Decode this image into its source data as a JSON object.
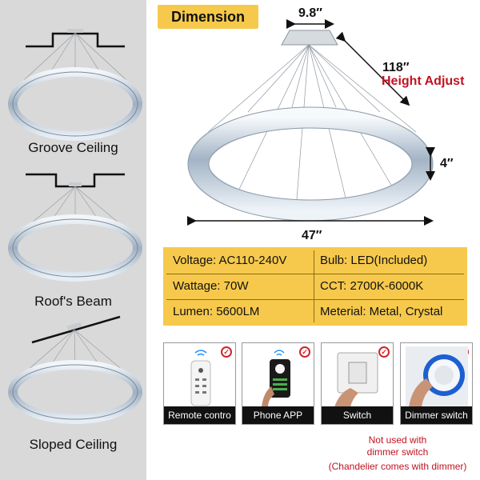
{
  "mount_types": [
    {
      "label": "Groove Ceiling"
    },
    {
      "label": "Roof's Beam"
    },
    {
      "label": "Sloped Ceiling"
    }
  ],
  "dimension": {
    "badge": "Dimension",
    "canopy_width": "9.8″",
    "height_length": "118″",
    "height_adjust": "Height Adjust",
    "ring_thickness": "4″",
    "ring_diameter": "47″"
  },
  "specs": {
    "voltage": "Voltage: AC110-240V",
    "wattage": "Wattage: 70W",
    "lumen": "Lumen: 5600LM",
    "bulb": "Bulb: LED(Included)",
    "cct": "CCT: 2700K-6000K",
    "material": "Meterial: Metal, Crystal"
  },
  "controls": [
    {
      "label": "Remote contro",
      "status": "supported"
    },
    {
      "label": "Phone APP",
      "status": "supported"
    },
    {
      "label": "Switch",
      "status": "supported"
    },
    {
      "label": "Dimmer switch",
      "status": "not-supported"
    }
  ],
  "notes": {
    "dimmer_line1": "Not used with",
    "dimmer_line2": "dimmer switch",
    "dimmer_line3": "(Chandelier comes with dimmer)"
  },
  "colors": {
    "accent_yellow": "#f6c94c",
    "warning_red": "#c1121f",
    "panel_gray": "#d9d9d9"
  }
}
